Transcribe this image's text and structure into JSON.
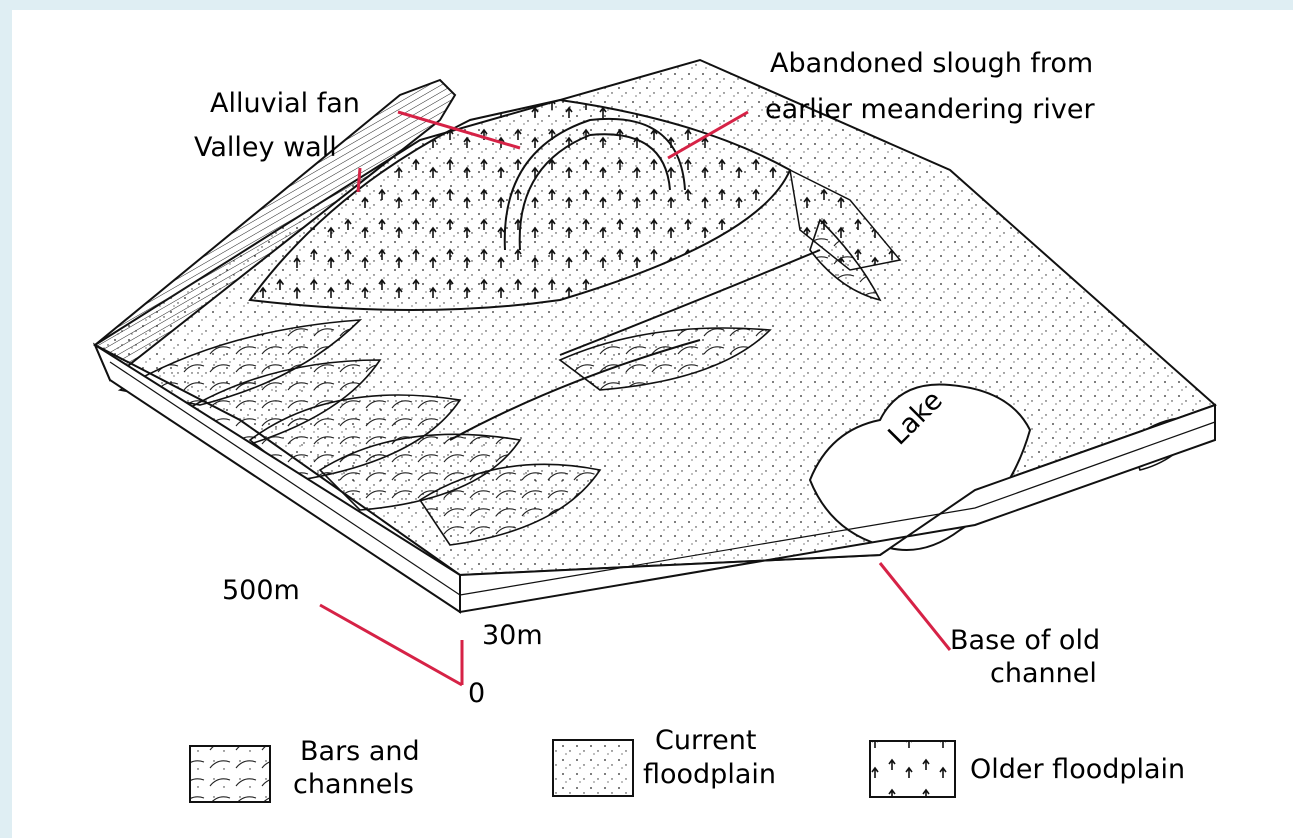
{
  "labels": {
    "alluvial_fan": "Alluvial fan",
    "valley_wall": "Valley wall",
    "abandoned_slough_line1": "Abandoned slough from",
    "abandoned_slough_line2": "earlier meandering river",
    "lake": "Lake",
    "base_old_channel_line1": "Base of old",
    "base_old_channel_line2": "channel",
    "scale_500m": "500m",
    "scale_30m": "30m",
    "scale_zero": "0"
  },
  "legend": {
    "bars_line1": "Bars and",
    "bars_line2": "channels",
    "current_line1": "Current",
    "current_line2": "floodplain",
    "older": "Older floodplain"
  },
  "colors": {
    "background": "#dfeef3",
    "panel": "#ffffff",
    "leader": "#d62246",
    "ink": "#111111"
  }
}
